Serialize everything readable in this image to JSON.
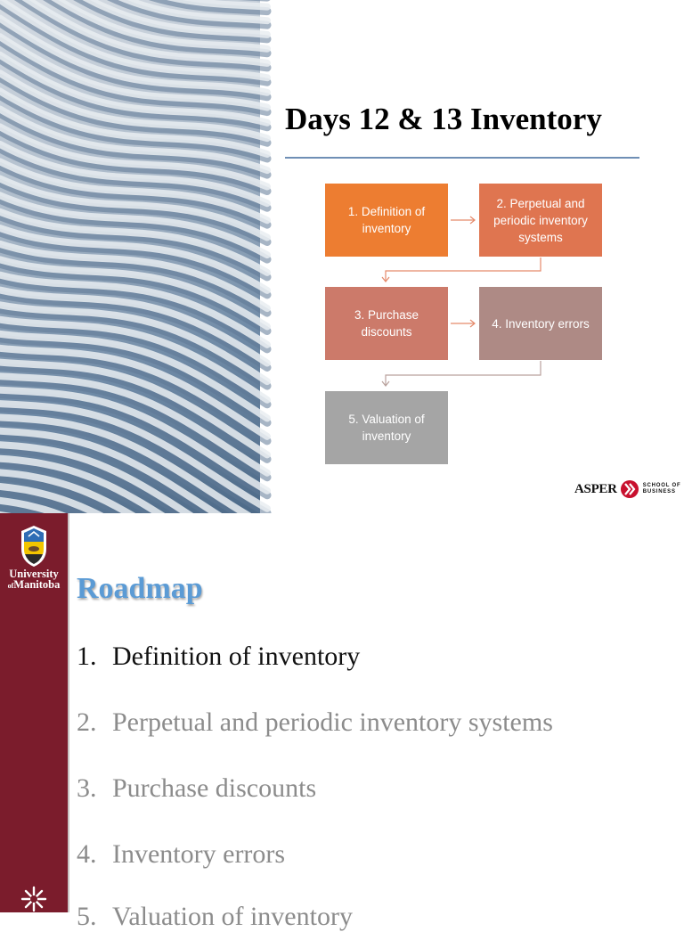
{
  "slide1": {
    "title": "Days 12 & 13 Inventory",
    "flow": [
      {
        "label": "1.  Definition of inventory",
        "color": "#ed7d31"
      },
      {
        "label": "2.  Perpetual and periodic inventory systems",
        "color": "#df7550"
      },
      {
        "label": "3.  Purchase discounts",
        "color": "#cc7a6a"
      },
      {
        "label": "4.  Inventory errors",
        "color": "#ae8a85"
      },
      {
        "label": "5. Valuation of inventory",
        "color": "#a5a5a5"
      }
    ],
    "logo": {
      "name": "ASPER",
      "sub_line1": "SCHOOL OF",
      "sub_line2": "BUSINESS"
    }
  },
  "slide2": {
    "sidebar": {
      "university_line1": "University",
      "university_of": "of",
      "university_line2": "Manitoba",
      "color": "#7b1c2c"
    },
    "title": "Roadmap",
    "items": [
      {
        "num": "1.",
        "text": "Definition of inventory"
      },
      {
        "num": "2.",
        "text": "Perpetual and periodic inventory systems"
      },
      {
        "num": "3.",
        "text": "Purchase discounts"
      },
      {
        "num": "4.",
        "text": "Inventory errors"
      },
      {
        "num": "5.",
        "text": "Valuation of inventory"
      }
    ]
  }
}
